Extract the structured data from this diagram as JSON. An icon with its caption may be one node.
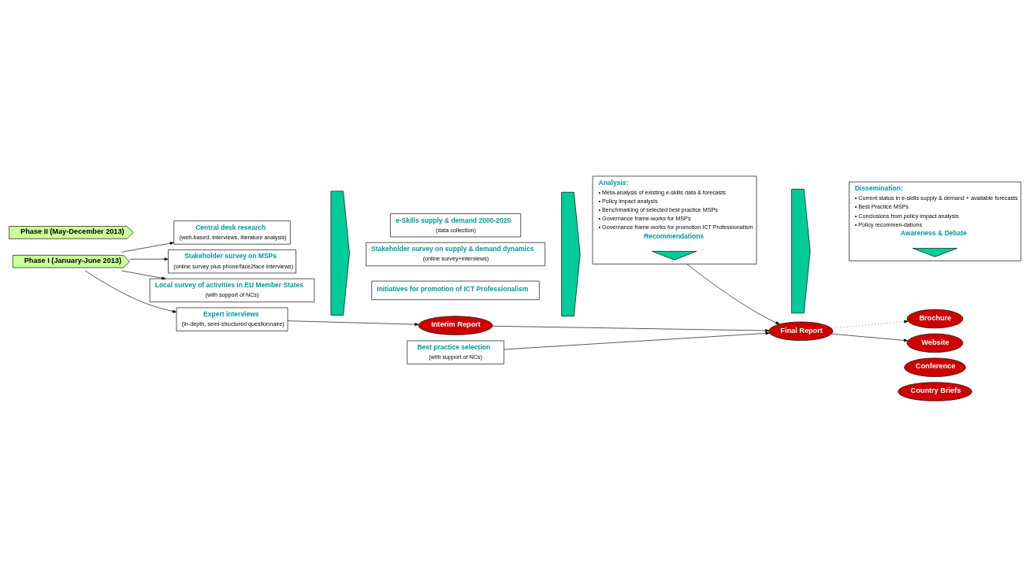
{
  "diagram": {
    "nodes": [
      {
        "text": [
          "Phase I (January-June 2013)"
        ]
      },
      {
        "text": [
          "Phase II (May-December 2013)"
        ]
      },
      {
        "text": [
          "Central desk research",
          "(web-based, interviews, literature analysis)"
        ]
      },
      {
        "text": [
          "Stakeholder survey on MSPs",
          "(online survey plus phone/face2face interviews)"
        ]
      },
      {
        "text": [
          "Local survey of activities in EU Member States",
          "(with support of NCs)"
        ]
      },
      {
        "text": [
          "Expert interviews",
          "(in-depth, semi-structured questionnaire)"
        ]
      },
      {
        "text": [],
        "shape": "chevron"
      },
      {
        "text": [
          "e-Skills supply & demand 2000-2020",
          "(data collection)"
        ]
      },
      {
        "text": [
          "Stakeholder survey on supply & demand dynamics",
          "(online survey+interviews)"
        ]
      },
      {
        "text": [
          "Initiatives for promotion of ICT Professionalism"
        ]
      },
      {
        "text": [
          "Best practice selection",
          "(with support of NCs)"
        ]
      },
      {
        "text": [],
        "shape": "chevron"
      },
      {
        "text": [
          "Analysis:",
          "• Meta-analysis of existing e-skills data & forecasts",
          "• Policy impact analysis",
          "• Benchmarking of selected best practice MSPs",
          "• Governance frame-works for MSPs",
          "• Governance frame-works for promotion ICT Professionalism",
          "Recommendations"
        ]
      },
      {
        "text": [],
        "shape": "chevron",
        "in": 12
      },
      {
        "text": [],
        "shape": "chevron"
      },
      {
        "text": [
          "Dissemination:",
          "• Current status in e-skills supply & demand + available forecasts",
          "• Best Practice MSPs",
          "• Conclusions from policy impact analysis",
          "• Policy recommen-dations",
          "Awareness & Debate"
        ]
      },
      {
        "text": [],
        "shape": "chevron",
        "in": 15
      },
      {
        "text": [
          "Interim Report"
        ]
      },
      {
        "text": [
          "Final Report"
        ]
      },
      {
        "text": [
          "Brochure"
        ]
      },
      {
        "text": [
          "Website"
        ]
      },
      {
        "text": [
          "Conference"
        ]
      },
      {
        "text": [
          "Country Briefs"
        ]
      }
    ],
    "edges": [
      {
        "from": 0,
        "to": 2,
        "arrow": "to"
      },
      {
        "from": 0,
        "to": 3,
        "arrow": "to"
      },
      {
        "from": 0,
        "to": 4,
        "arrow": "to"
      },
      {
        "from": 0,
        "to": 5,
        "arrow": "to"
      },
      {
        "from": 5,
        "to": 17,
        "arrow": "to"
      },
      {
        "from": 17,
        "to": 18,
        "arrow": "to"
      },
      {
        "from": 10,
        "to": 18,
        "arrow": "to"
      },
      {
        "from": 12,
        "to": 18,
        "arrow": "to"
      },
      {
        "from": 18,
        "to": 19,
        "arrow": "to",
        "style": "dashed"
      },
      {
        "from": 18,
        "to": 20,
        "arrow": "to"
      }
    ]
  }
}
